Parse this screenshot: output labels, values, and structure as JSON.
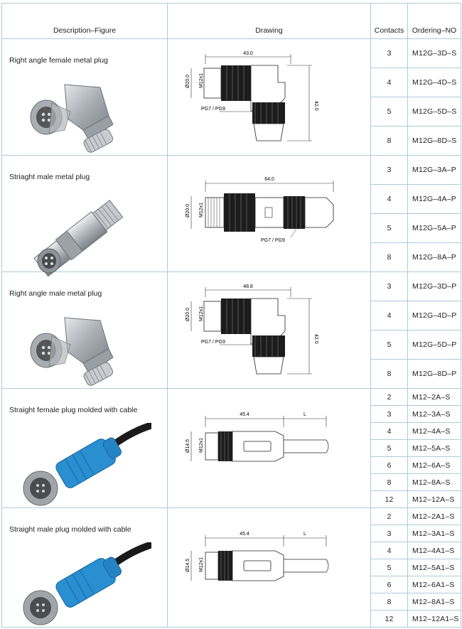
{
  "header": {
    "description": "Description–Figure",
    "drawing": "Drawing",
    "contacts": "Contacts",
    "ordering": "Ordering–NO"
  },
  "products": [
    {
      "description": "Right angle female metal plug",
      "drawing_labels": {
        "length": "43.0",
        "diameter": "Ø20.0",
        "thread": "M12x1",
        "height": "42.0",
        "gland": "PG7 / PG9"
      },
      "rows": [
        {
          "contacts": "3",
          "order": "M12G–3D–S"
        },
        {
          "contacts": "4",
          "order": "M12G–4D–S"
        },
        {
          "contacts": "5",
          "order": "M12G–5D–S"
        },
        {
          "contacts": "8",
          "order": "M12G–8D–S"
        }
      ]
    },
    {
      "description": "Striaght  male metal plug",
      "drawing_labels": {
        "length": "64.0",
        "diameter": "Ø20.0",
        "thread": "M12x1",
        "gland": "PG7 / PG9"
      },
      "rows": [
        {
          "contacts": "3",
          "order": "M12G–3A–P"
        },
        {
          "contacts": "4",
          "order": "M12G–4A–P"
        },
        {
          "contacts": "5",
          "order": "M12G–5A–P"
        },
        {
          "contacts": "8",
          "order": "M12G–8A–P"
        }
      ]
    },
    {
      "description": "Right angle  male metal plug",
      "drawing_labels": {
        "length": "48.8",
        "diameter": "Ø20.0",
        "thread": "M12x1",
        "height": "42.0",
        "gland": "PG7 / PG9"
      },
      "rows": [
        {
          "contacts": "3",
          "order": "M12G–3D–P"
        },
        {
          "contacts": "4",
          "order": "M12G–4D–P"
        },
        {
          "contacts": "5",
          "order": "M12G–5D–P"
        },
        {
          "contacts": "8",
          "order": "M12G–8D–P"
        }
      ]
    },
    {
      "description": "Straight female plug molded with cable",
      "drawing_labels": {
        "length": "45.4",
        "diameter": "Ø14.5",
        "thread": "M12x1",
        "cable": "L"
      },
      "rows": [
        {
          "contacts": "2",
          "order": "M12–2A–S"
        },
        {
          "contacts": "3",
          "order": "M12–3A–S"
        },
        {
          "contacts": "4",
          "order": "M12–4A–S"
        },
        {
          "contacts": "5",
          "order": "M12–5A–S"
        },
        {
          "contacts": "6",
          "order": "M12–6A–S"
        },
        {
          "contacts": "8",
          "order": "M12–8A–S"
        },
        {
          "contacts": "12",
          "order": "M12–12A–S"
        }
      ]
    },
    {
      "description": "Straight male plug molded with cable",
      "drawing_labels": {
        "length": "45.4",
        "diameter": "Ø14.5",
        "thread": "M12x1",
        "cable": "L"
      },
      "rows": [
        {
          "contacts": "2",
          "order": "M12–2A1–S"
        },
        {
          "contacts": "3",
          "order": "M12–3A1–S"
        },
        {
          "contacts": "4",
          "order": "M12–4A1–S"
        },
        {
          "contacts": "5",
          "order": "M12–5A1–S"
        },
        {
          "contacts": "6",
          "order": "M12–6A1–S"
        },
        {
          "contacts": "8",
          "order": "M12–8A1–S"
        },
        {
          "contacts": "12",
          "order": "M12–12A1–S"
        }
      ]
    }
  ],
  "colors": {
    "grid": "#aecbd8",
    "metal": "#b8bcc0",
    "cable_blue": "#2a8fd0",
    "cable_black": "#1a1a1a"
  }
}
